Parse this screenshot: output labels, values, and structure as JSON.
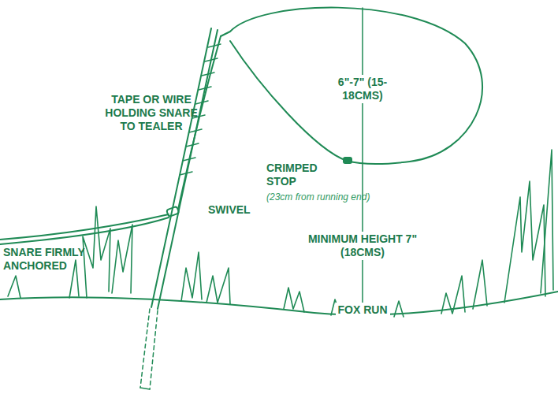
{
  "diagram": {
    "labels": [
      "TAPE OR WIRE HOLDING SNARE TO TEALER",
      "6\"-7\" (15-18CMS)",
      "CRIMPED STOP",
      "(23cm from running end)",
      "SWIVEL",
      "SNARE FIRMLY ANCHORED",
      "MINIMUM HEIGHT 7\" (18CMS)",
      "FOX RUN"
    ]
  }
}
